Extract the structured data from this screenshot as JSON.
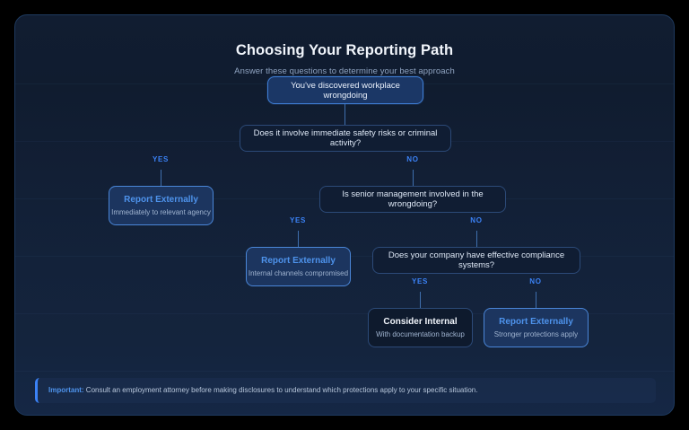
{
  "header": {
    "title": "Choosing Your Reporting Path",
    "subtitle": "Answer these questions to determine your best approach"
  },
  "flow": {
    "start": {
      "label": "You've discovered workplace wrongdoing"
    },
    "question_1": {
      "label": "Does it involve immediate safety risks or criminal activity?"
    },
    "question_2": {
      "label": "Is senior management involved in the wrongdoing?"
    },
    "question_3": {
      "label": "Does your company have effective compliance systems?"
    },
    "outcome_1": {
      "title": "Report Externally",
      "subtitle": "Immediately to relevant agency"
    },
    "outcome_2": {
      "title": "Report Externally",
      "subtitle": "Internal channels compromised"
    },
    "outcome_3": {
      "title": "Consider Internal",
      "subtitle": "With documentation backup"
    },
    "outcome_4": {
      "title": "Report Externally",
      "subtitle": "Stronger protections apply"
    },
    "branch_labels": {
      "q1_yes": "YES",
      "q1_no": "NO",
      "q2_yes": "YES",
      "q2_no": "NO",
      "q3_yes": "YES",
      "q3_no": "NO"
    }
  },
  "footer": {
    "strong": "Important:",
    "text": " Consult an employment attorney before making disclosures to understand which protections apply to your specific situation."
  },
  "colors": {
    "accent": "#3b82f6",
    "accent_text": "#4e93ec",
    "card_border": "#1e3a5f",
    "node_border": "#2c4a78",
    "connector": "#3f6fae",
    "title_text": "#f1f5fb",
    "muted_text": "#90a4c2"
  }
}
